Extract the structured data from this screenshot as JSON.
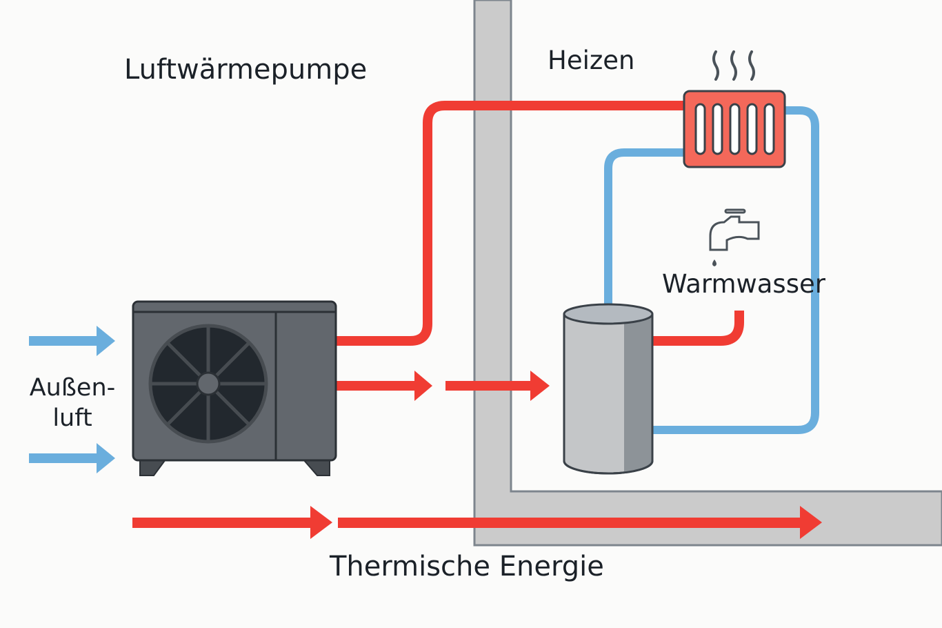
{
  "diagram": {
    "title": "Luftwärmepumpe",
    "labels": {
      "heating": "Heizen",
      "hot_water": "Warmwasser",
      "outside_air_line1": "Außen-",
      "outside_air_line2": "luft",
      "thermal_energy": "Thermische Energie"
    },
    "colors": {
      "hot_pipe": "#f03c33",
      "cold_pipe": "#6aaedd",
      "wall": "#cbcbcb",
      "unit_body": "#62676d",
      "fan": "#22282e",
      "radiator": "#f4685a",
      "tank": "#c4c6c8",
      "text": "#1b2128"
    },
    "components": [
      "air-source heat pump unit",
      "radiator",
      "hot water tank",
      "water tap"
    ]
  }
}
